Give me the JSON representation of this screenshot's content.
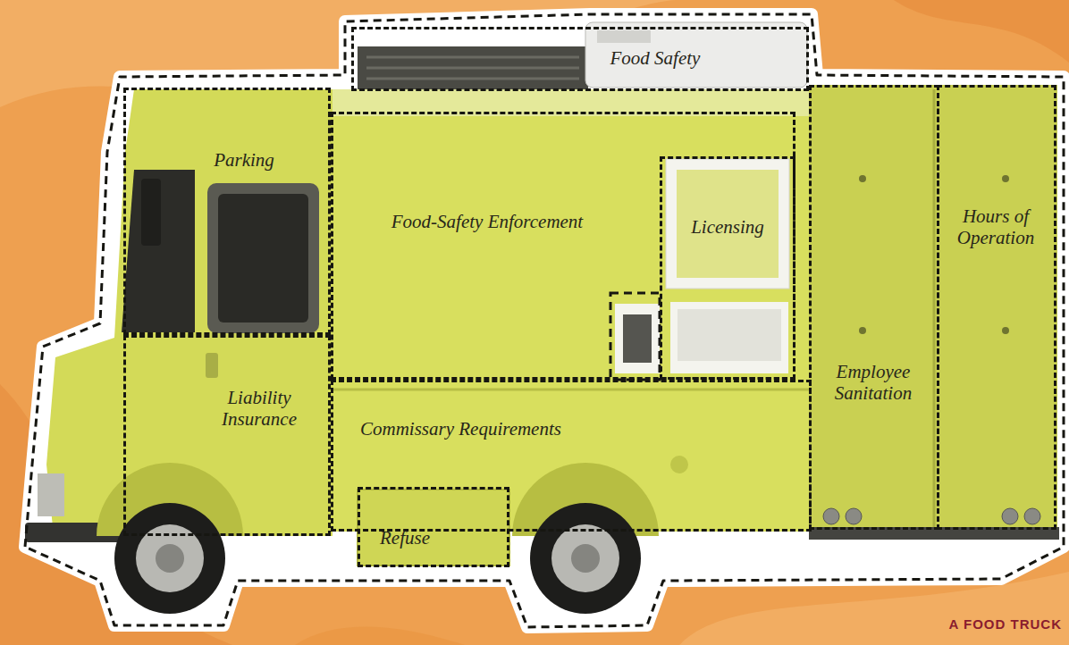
{
  "diagram": {
    "caption": "A FOOD TRUCK",
    "nodes": [
      {
        "text": [
          "Food Safety"
        ]
      },
      {
        "text": [
          "Parking"
        ]
      },
      {
        "text": [
          "Food-Safety Enforcement"
        ]
      },
      {
        "text": [
          "Licensing"
        ],
        "in": 2
      },
      {
        "text": [
          "Hours of Operation"
        ]
      },
      {
        "text": [
          "Employee Sanitation"
        ]
      },
      {
        "text": [
          "Liability Insurance"
        ]
      },
      {
        "text": [
          "Commissary Requirements"
        ]
      },
      {
        "text": [
          "Refuse"
        ],
        "in": 7
      }
    ]
  }
}
